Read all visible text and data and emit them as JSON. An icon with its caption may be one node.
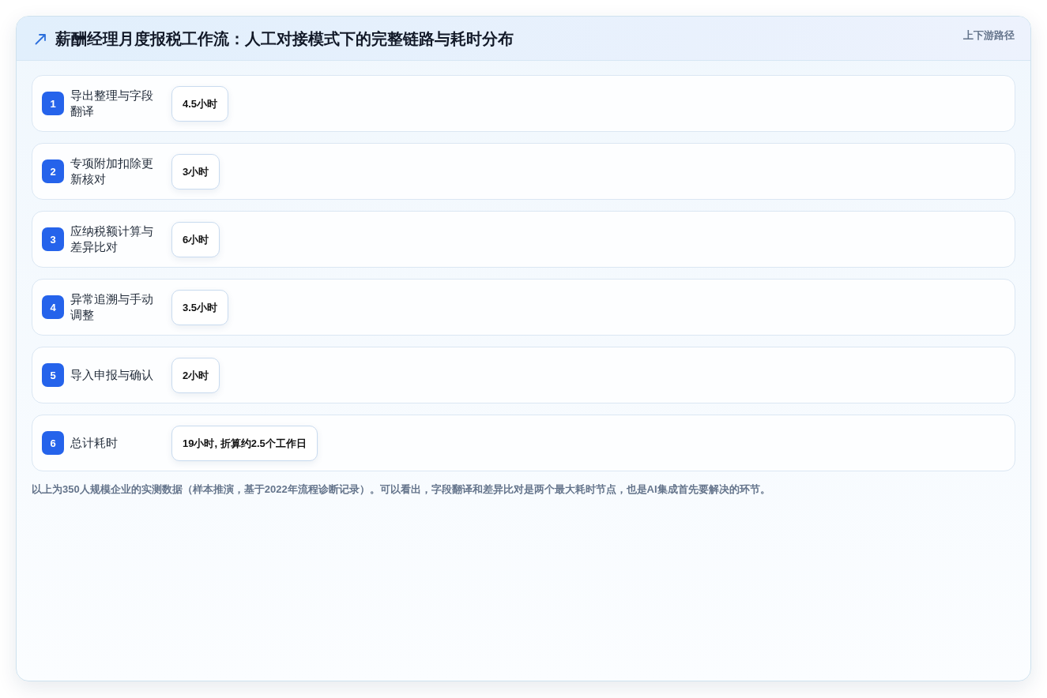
{
  "diagram": {
    "title": "薪酬经理月度报税工作流：人工对接模式下的完整链路与耗时分布",
    "caption": "以上为350人规模企业的实测数据（样本推演，基于2022年流程诊断记录）。可以看出，字段翻译和差异比对是两个最大耗时节点，也是AI集成首先要解决的环节。",
    "nodes": [
      {
        "text": [
          "导出整理与字段翻译"
        ]
      },
      {
        "text": [
          "1"
        ],
        "in": 0
      },
      {
        "text": [
          "4.5小时"
        ],
        "in": 0
      },
      {
        "text": [
          "专项附加扣除更新核对"
        ]
      },
      {
        "text": [
          "2"
        ],
        "in": 3
      },
      {
        "text": [
          "3小时"
        ],
        "in": 3
      },
      {
        "text": [
          "应纳税额计算与差异比对"
        ]
      },
      {
        "text": [
          "3"
        ],
        "in": 6
      },
      {
        "text": [
          "6小时"
        ],
        "in": 6
      },
      {
        "text": [
          "异常追溯与手动调整"
        ]
      },
      {
        "text": [
          "4"
        ],
        "in": 9
      },
      {
        "text": [
          "3.5小时"
        ],
        "in": 9
      },
      {
        "text": [
          "导入申报与确认"
        ]
      },
      {
        "text": [
          "5"
        ],
        "in": 12
      },
      {
        "text": [
          "2小时"
        ],
        "in": 12
      },
      {
        "text": [
          "总计耗时"
        ]
      },
      {
        "text": [
          "6"
        ],
        "in": 15
      },
      {
        "text": [
          "19小时, 折算约2.5个工作日"
        ],
        "in": 15
      }
    ],
    "labels": [
      "上下游路径"
    ]
  }
}
